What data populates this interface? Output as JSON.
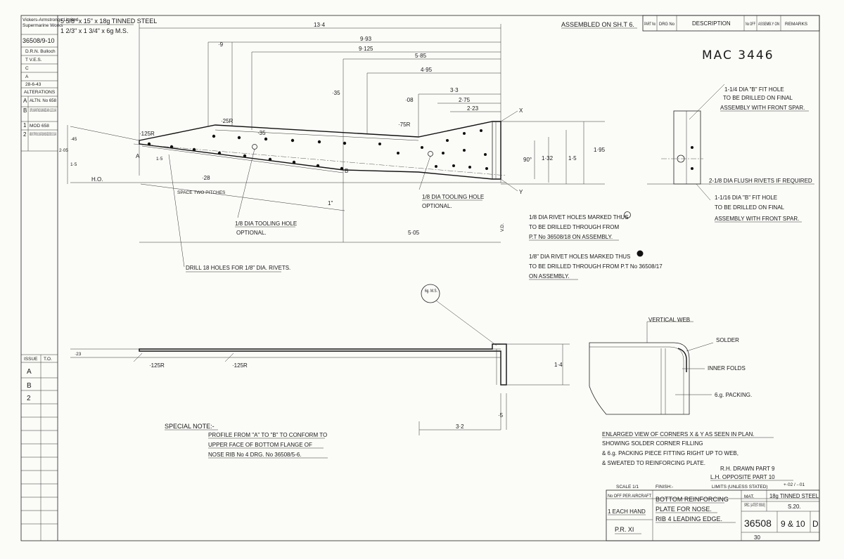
{
  "left_block": {
    "company": "Vickers-Armstrongs Limited",
    "company_sub": "Supermarine Works",
    "drawing_no": "36508/9-10",
    "drawn_by": "D.R.N. Bulloch",
    "traced": "T  V.E.S.",
    "checked": "C",
    "approved": "A",
    "date": "28-6-43",
    "alterations_title": "ALTERATIONS",
    "alterations": [
      {
        "letter": "A",
        "text": "ALTN. No 658"
      },
      {
        "letter": "B",
        "text": "2 OFF 1/16 DIA RIVET HOLES & DIMS ADDED. AMD 6. G.J.D.E. 22-10-43"
      },
      {
        "letter": "1",
        "text": "MOD 658"
      },
      {
        "letter": "2",
        "text": "AMEND. MT. STIFFNR. 658. 2 1/16 DIA TOOLING HOLES ADDED. 3RD ISS. C.R. 23-10-43"
      }
    ],
    "issue_header": [
      "ISSUE",
      "T.O."
    ],
    "issues": [
      "A",
      "B",
      "2"
    ]
  },
  "header": {
    "material": "5 5/8\" x 15\" x 18g TINNED STEEL",
    "material2": "1 2/3\" x 1 3/4\" x 6g M.S.",
    "assembled": "ASSEMBLED ON SH.T 6.",
    "parts_cols": [
      "PART No",
      "DRG No",
      "DESCRIPTION",
      "No OFF",
      "ASSEMB.Y ON",
      "REMARKS"
    ]
  },
  "stamp": "MAC 3446",
  "dims": {
    "overall": "13·4",
    "d1": "9·93",
    "d2": "9·125",
    "d3": "5·85",
    "d4": "4·95",
    "d5": "3·3",
    "d6": "2·75",
    "d7": "2·23",
    "d8": "·9",
    "d9": "·35",
    "d10": "·08",
    "d11": "·75R",
    "d12": "·25R",
    "d13": "·125R",
    "d14": "2·05",
    "d15": "·45",
    "d16": "1·5",
    "d17": "1·32",
    "d18": "1·5",
    "d19": "1·95",
    "d20": "·28",
    "d21": "5·05",
    "d22": "90°",
    "d23": "1·4",
    "d24": "3·2",
    "d25": "·5",
    "d26": "·23",
    "d27": "·125R",
    "d28": "·125R",
    "d29": "1\"",
    "h_o": "H.O.",
    "v_d": "V.D.",
    "pt_a": "A",
    "pt_b": "B",
    "pt_x": "X",
    "pt_y": "Y",
    "pitch": "SPACE TWO PITCHES",
    "mat_call": "6g. M.S."
  },
  "notes": {
    "tool1_l1": "1/8 DIA TOOLING HOLE",
    "tool1_l2": "OPTIONAL.",
    "tool2_l1": "1/8 DIA TOOLING HOLE",
    "tool2_l2": "OPTIONAL.",
    "drill": "DRILL 18 HOLES FOR 1/8\" DIA. RIVETS.",
    "rivet1_l1": "1/8 DIA RIVET HOLES MARKED THUS",
    "rivet1_l2": "TO BE DRILLED THROUGH FROM",
    "rivet1_l3": "P.T No 36508/18 ON ASSEMBLY.",
    "rivet2_l1": "1/8\" DIA RIVET HOLES MARKED THUS",
    "rivet2_l2": "TO BE DRILLED THROUGH FROM P.T No 36508/17",
    "rivet2_l3": "ON ASSEMBLY.",
    "fit1_l1": "1-1/4 DIA \"B\" FIT HOLE",
    "fit1_l2": "TO BE DRILLED ON FINAL",
    "fit1_l3": "ASSEMBLY WITH FRONT SPAR.",
    "flush": "2-1/8 DIA FLUSH RIVETS IF REQUIRED",
    "fit2_l1": "1-1/16 DIA \"B\" FIT HOLE",
    "fit2_l2": "TO BE DRILLED ON FINAL",
    "fit2_l3": "ASSEMBLY WITH FRONT SPAR.",
    "vertical_web": "VERTICAL WEB",
    "solder": "SOLDER",
    "inner_folds": "INNER FOLDS",
    "packing": "6.g. PACKING.",
    "enl_l1": "ENLARGED VIEW OF CORNERS X & Y AS SEEN IN PLAN.",
    "enl_l2": "SHOWING SOLDER CORNER FILLING",
    "enl_l3": "& 6.g. PACKING PIECE FITTING RIGHT UP TO WEB,",
    "enl_l4": "& SWEATED TO REINFORCING PLATE.",
    "special_title": "SPECIAL NOTE:-",
    "special_l1": "PROFILE FROM \"A\" TO \"B\" TO CONFORM TO",
    "special_l2": "UPPER FACE OF BOTTOM FLANGE OF",
    "special_l3": "NOSE RIB No 4  DRG. No 36508/5-6.",
    "rh": "R.H. DRAWN  PART 9",
    "lh": "L.H. OPPOSITE  PART 10"
  },
  "title_block": {
    "scale": "SCALE 1/1",
    "finish": "FINISH:-",
    "limits": "LIMITS (UNLESS STATED)",
    "limits_val": "+·02 / -·01",
    "per_aircraft": "No OFF PER AIRCRAFT",
    "each_hand": "1 EACH HAND",
    "pr": "P.R. XI",
    "title_l1": "BOTTOM REINFORCING",
    "title_l2": "PLATE FOR NOSE.",
    "title_l3": "RIB 4 LEADING EDGE.",
    "mat_label": "MAT.",
    "mat_val": "18g TINNED STEEL",
    "spec_label": "SPEC. (LATEST ISSUE)",
    "spec_val": "S.20.",
    "drg_no": "36508",
    "parts": "9 & 10",
    "issue": "D",
    "sheet": "30"
  }
}
